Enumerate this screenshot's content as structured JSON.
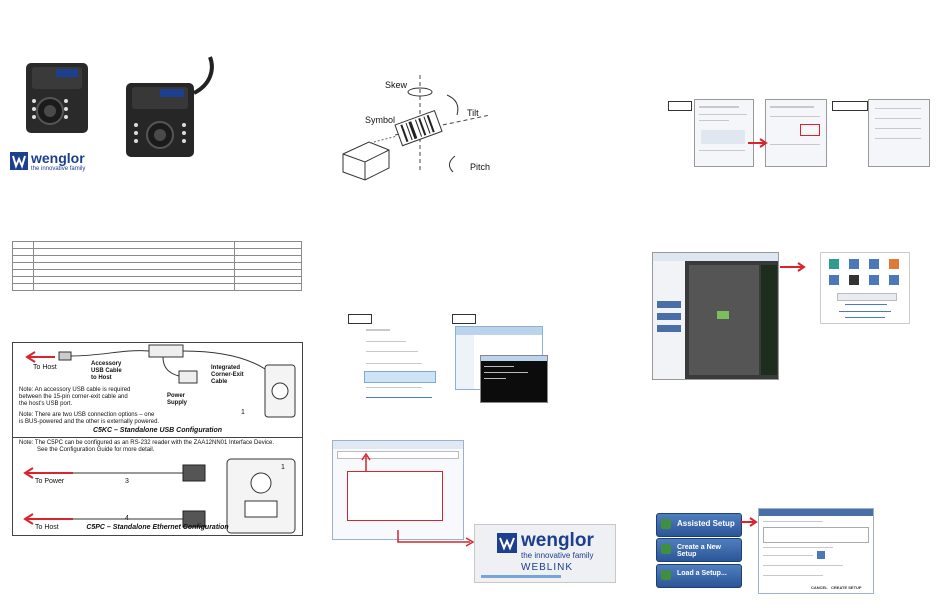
{
  "brand": {
    "name": "wenglor",
    "tagline": "the innovative family",
    "weblink": "WEBLINK",
    "color": "#1d3f8f"
  },
  "orientation": {
    "skew": "Skew",
    "tilt": "Tilt",
    "symbol": "Symbol",
    "pitch": "Pitch"
  },
  "usb_config": {
    "to_host": "To Host",
    "accessory_cable": [
      "Accessory",
      "USB Cable",
      "to Host"
    ],
    "corner_cable": [
      "Integrated",
      "Corner-Exit",
      "Cable"
    ],
    "power_supply": [
      "Power",
      "Supply"
    ],
    "note1": [
      "Note: An accessory USB cable is required",
      "between the 15-pin corner-exit cable and",
      "the host's USB port."
    ],
    "note2": [
      "Note: There are two USB connection options – one",
      "is BUS-powered and the other is externally powered."
    ],
    "callout": "1",
    "caption": "C5KC – Standalone USB Configuration"
  },
  "ethernet_config": {
    "note": [
      "Note: The C5PC can be configured as an RS-232 reader with the ZAA12NN01 Interface Device.",
      "See the Configuration Guide for more detail."
    ],
    "to_power": "To Power",
    "to_host": "To Host",
    "callout_power": "3",
    "callout_host": "4",
    "callout_device": "1",
    "caption": "C5PC – Standalone Ethernet Configuration"
  },
  "assisted": {
    "assisted_setup": "Assisted Setup",
    "create_setup": "Create a New Setup",
    "load_setup": "Load a Setup...",
    "cancel": "CANCEL",
    "create": "CREATE SETUP"
  },
  "highlight_color": "#d9232d"
}
